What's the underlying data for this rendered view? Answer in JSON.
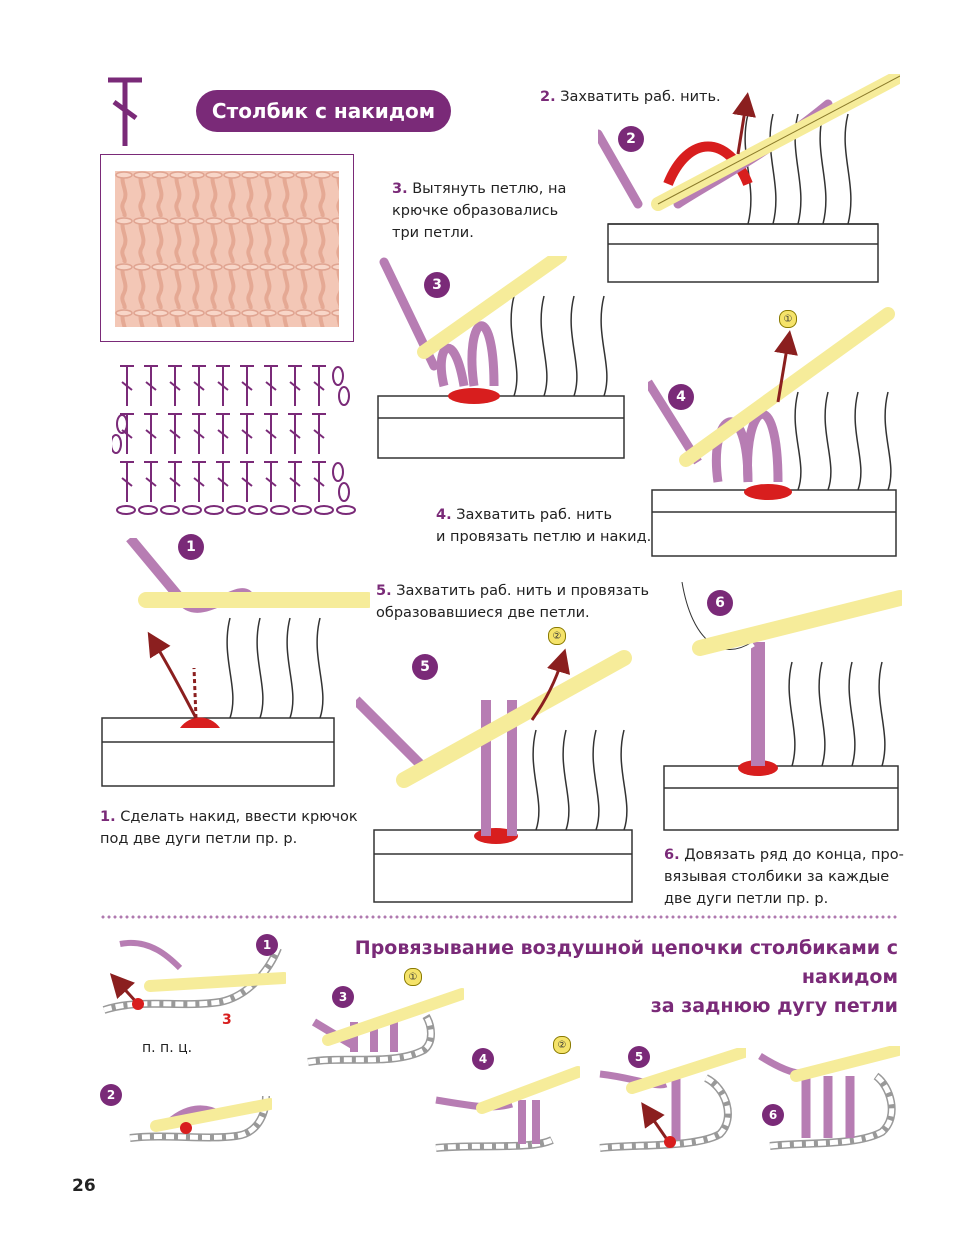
{
  "header": {
    "title": "Столбик с накидом",
    "symbol_icon": "double-crochet-symbol-icon"
  },
  "steps": {
    "s1": {
      "num": "1.",
      "text_a": " Сделать накид, ввести крючок",
      "text_b": "под две дуги петли пр. р.",
      "badge": "1"
    },
    "s2": {
      "num": "2.",
      "text": " Захватить раб. нить.",
      "badge": "2"
    },
    "s3": {
      "num": "3.",
      "text_a": " Вытянуть петлю, на",
      "text_b": "крючке образовались",
      "text_c": "три петли.",
      "badge": "3"
    },
    "s4": {
      "num": "4.",
      "text_a": " Захватить раб. нить",
      "text_b": "и провязать петлю и накид.",
      "badge": "4",
      "marker": "①"
    },
    "s5": {
      "num": "5.",
      "text_a": " Захватить раб. нить и провязать",
      "text_b": "образовавшиеся две петли.",
      "badge": "5",
      "marker": "②"
    },
    "s6": {
      "num": "6.",
      "text_a": " Довязать ряд до конца, про-",
      "text_b": "вязывая столбики за каждые",
      "text_c": "две дуги петли пр. р.",
      "badge": "6"
    }
  },
  "section2": {
    "title_line1": "Провязывание воздушной цепочки столбиками с накидом",
    "title_line2": "за заднюю дугу петли",
    "badges": [
      "1",
      "2",
      "3",
      "4",
      "5",
      "6"
    ],
    "label_3": "3",
    "label_chain": "п. п. ц.",
    "marker1": "①",
    "marker2": "②"
  },
  "page_number": "26",
  "colors": {
    "accent": "#7a2a78",
    "yarn": "#b77db3",
    "hook": "#f6ec9a",
    "loop_red": "#d81e1e",
    "arrow": "#8b1f1f"
  }
}
